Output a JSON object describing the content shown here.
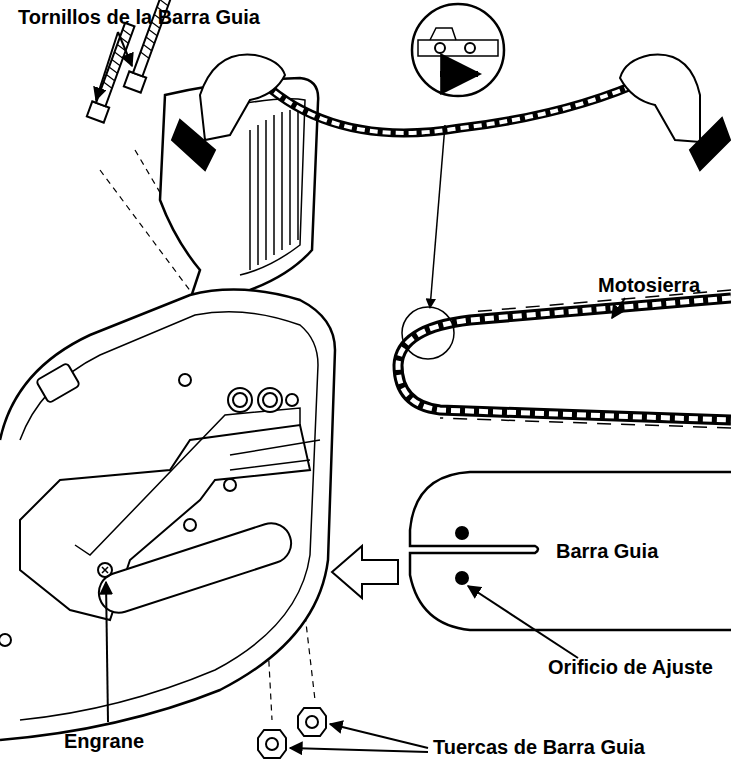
{
  "diagram": {
    "labels": [
      "Tornillos de la Barra Guia",
      "Motosierra",
      "Barra Guia",
      "Orificio de Ajuste",
      "Engrane",
      "Tuercas de Barra Guia"
    ]
  }
}
